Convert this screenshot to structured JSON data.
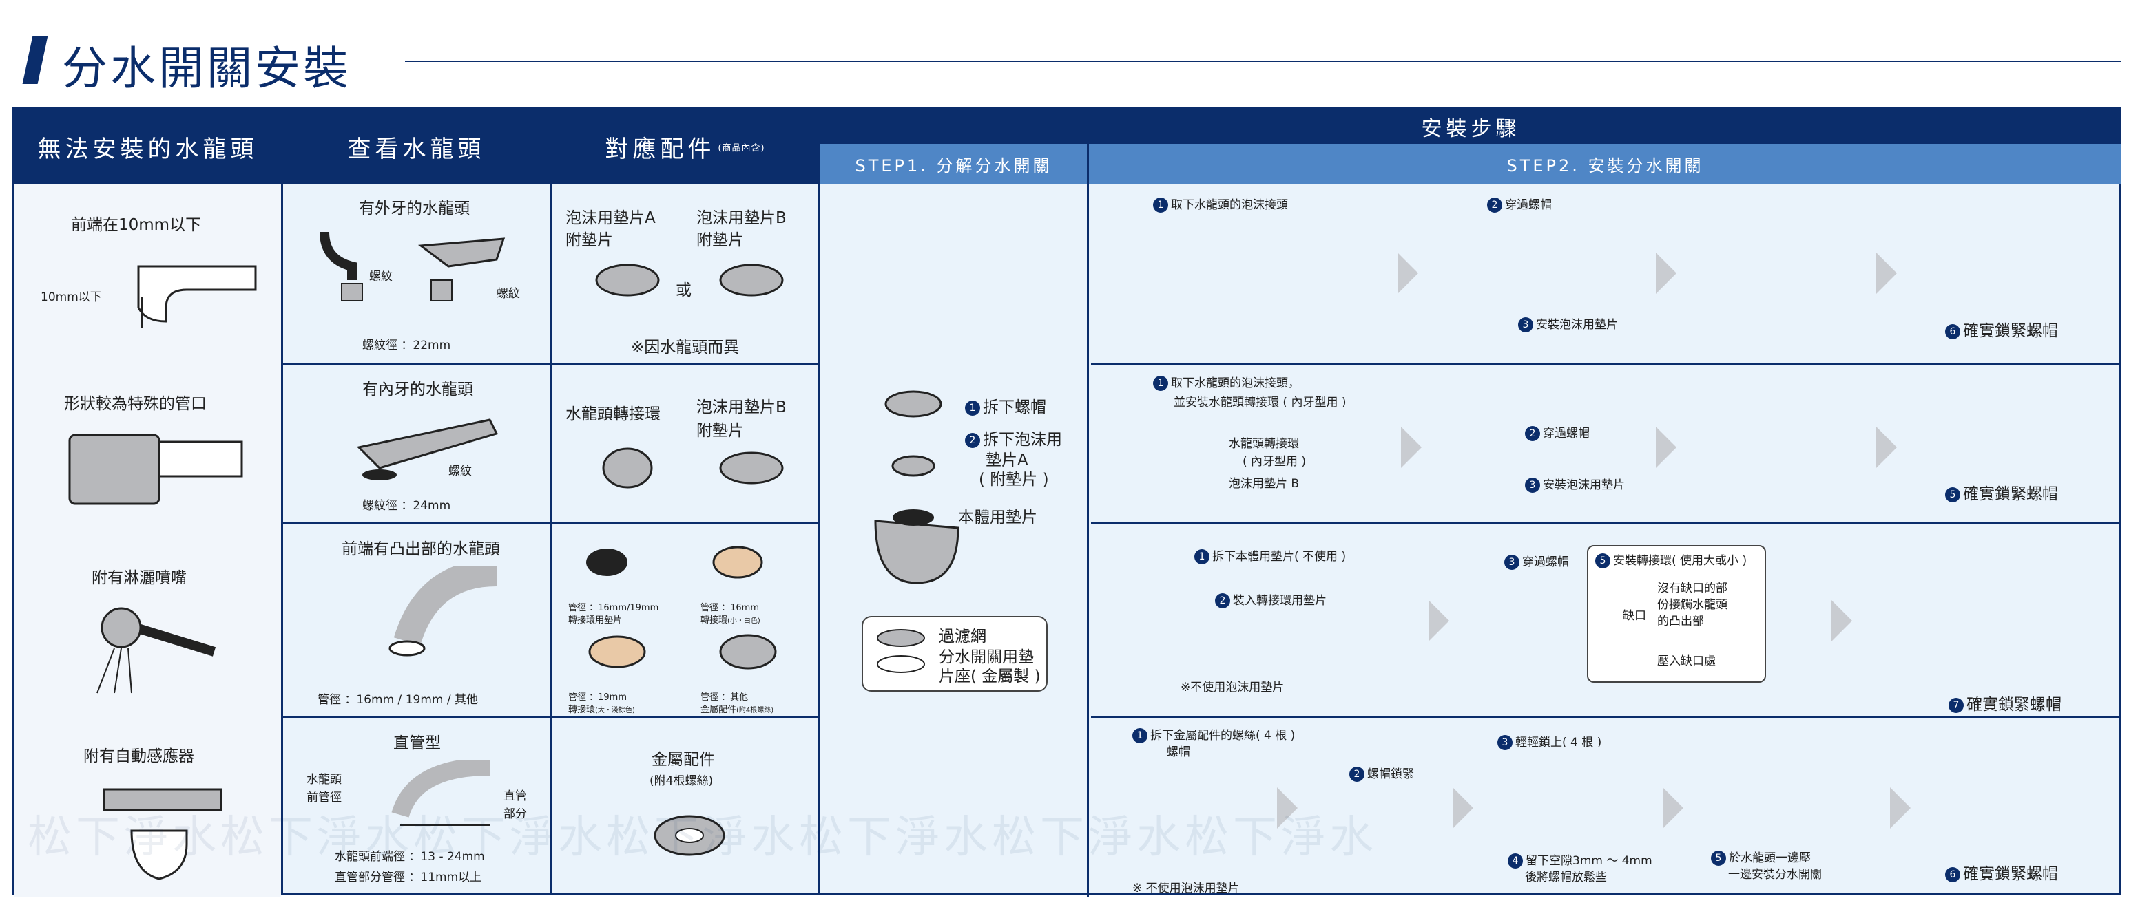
{
  "title": "分水開關安裝",
  "headers": {
    "col1": "無法安裝的水龍頭",
    "col2": "查看水龍頭",
    "col3": "對應配件",
    "col3_small": "(商品內含)",
    "steps": "安裝步驟",
    "step1": "STEP1. 分解分水開關",
    "step2": "STEP2. 安裝分水開關"
  },
  "col1": {
    "row1": {
      "label": "前端在10mm以下",
      "dim": "10mm以下"
    },
    "row2": {
      "label": "形狀較為特殊的管口"
    },
    "row3": {
      "label": "附有淋灑噴嘴"
    },
    "row4": {
      "label": "附有自動感應器"
    }
  },
  "col2": {
    "row1": {
      "title": "有外牙的水龍頭",
      "thread1": "螺紋",
      "thread2": "螺紋",
      "spec": "螺紋徑 ：22mm"
    },
    "row2": {
      "title": "有內牙的水龍頭",
      "thread": "螺紋",
      "spec": "螺紋徑 ：24mm"
    },
    "row3": {
      "title": "前端有凸出部的水龍頭",
      "spec": "管徑 ：16mm / 19mm / 其他"
    },
    "row4": {
      "title": "直管型",
      "label_left": "水龍頭\n前管徑",
      "label_right": "直管\n部分",
      "spec1": "水龍頭前端徑 ：13 - 24mm",
      "spec2": "直管部分管徑 ：11mm以上"
    }
  },
  "col3": {
    "row1": {
      "partA": "泡沫用墊片A",
      "partA_sub": "附墊片",
      "or": "或",
      "partB": "泡沫用墊片B",
      "partB_sub": "附墊片",
      "note": "※因水龍頭而異"
    },
    "row2": {
      "part1": "水龍頭轉接環",
      "part2": "泡沫用墊片B",
      "part2_sub": "附墊片"
    },
    "row3": {
      "p1": "管徑 ：16mm/19mm",
      "p1b": "轉接環用墊片",
      "p2": "管徑 ：16mm",
      "p2b": "轉接環",
      "p2c": "(小・白色)",
      "p3": "管徑 ：19mm",
      "p3b": "轉接環",
      "p3c": "(大・淺棕色)",
      "p4": "管徑 ：其他",
      "p4b": "金屬配件",
      "p4c": "(附4根螺絲)"
    },
    "row4": {
      "title": "金屬配件",
      "sub": "(附4根螺絲)"
    }
  },
  "step1": {
    "s1": "拆下螺帽",
    "s2": "拆下泡沫用",
    "s2b": "墊片A",
    "s2c": "( 附墊片 )",
    "s3": "本體用墊片",
    "filter": "過濾網",
    "seat1": "分水開關用墊",
    "seat2": "片座( 金屬製 )"
  },
  "step2": {
    "r1": {
      "t1": "取下水龍頭的泡沫接頭",
      "t2": "穿過螺帽",
      "t3": "安裝泡沫用墊片",
      "t6": "確實鎖緊螺帽"
    },
    "r2": {
      "t1": "取下水龍頭的泡沫接頭，",
      "t1b": "並安裝水龍頭轉接環 ( 內牙型用 )",
      "adapter": "水龍頭轉接環",
      "adapter_sub": "( 內牙型用 )",
      "gasket": "泡沫用墊片 B",
      "t2": "穿過螺帽",
      "t3": "安裝泡沫用墊片",
      "t5": "確實鎖緊螺帽"
    },
    "r3": {
      "t1": "拆下本體用墊片( 不使用 )",
      "t2": "裝入轉接環用墊片",
      "note": "※不使用泡沫用墊片",
      "t3": "穿過螺帽",
      "t5": "安裝轉接環( 使用大或小 )",
      "notch": "缺口",
      "side1": "沒有缺口的部",
      "side2": "份接觸水龍頭",
      "side3": "的凸出部",
      "press": "壓入缺口處",
      "t7": "確實鎖緊螺帽"
    },
    "r4": {
      "t1": "拆下金屬配件的螺絲( 4 根 )",
      "t1b": "螺帽",
      "note": "※ 不使用泡沫用墊片",
      "t2": "螺帽鎖緊",
      "t3": "輕輕鎖上( 4 根 )",
      "t4": "留下空隙3mm ～ 4mm",
      "t4b": "後將螺帽放鬆些",
      "t5": "於水龍頭一邊壓",
      "t5b": "一邊安裝分水開關",
      "t6": "確實鎖緊螺帽"
    }
  },
  "watermark": "松下淨水松下淨水松下淨水松下淨水松下淨水松下淨水松下淨水"
}
